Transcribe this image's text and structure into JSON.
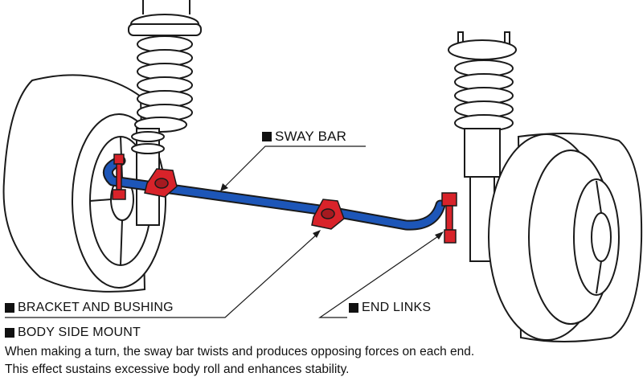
{
  "labels": {
    "sway_bar": "SWAY BAR",
    "bracket_bushing": "BRACKET AND BUSHING",
    "end_links": "END LINKS",
    "body_side_mount": "BODY SIDE MOUNT"
  },
  "caption": {
    "line1": "When making a turn, the sway bar twists and produces opposing forces on each end.",
    "line2": "This effect sustains excessive body roll and enhances stability."
  },
  "colors": {
    "bar": "#1d56b8",
    "bracket": "#d8232a",
    "outline": "#1a1a1a"
  }
}
